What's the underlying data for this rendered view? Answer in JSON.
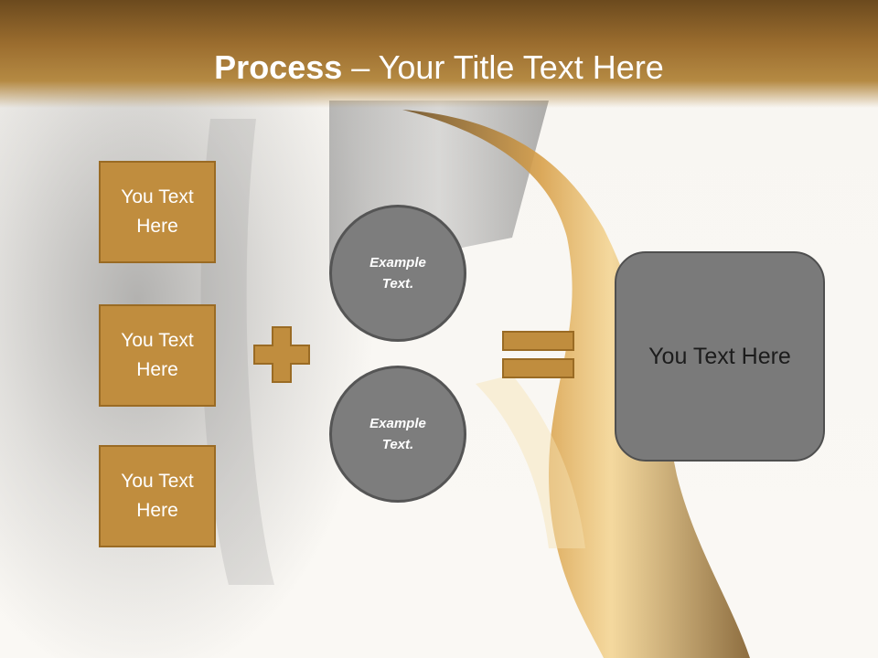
{
  "slide": {
    "title_bold": "Process",
    "title_rest": " – Your Title Text Here"
  },
  "boxes": [
    {
      "label": "You Text Here"
    },
    {
      "label": "You Text Here"
    },
    {
      "label": "You Text Here"
    }
  ],
  "circles": [
    {
      "label": "Example Text."
    },
    {
      "label": "Example Text."
    }
  ],
  "result": {
    "label": "You Text Here"
  },
  "colors": {
    "header_dark": "#6b4a1e",
    "gold": "#c08d3e",
    "gold_border": "#9a6b24",
    "gray_shape": "#7d7d7d"
  },
  "icons": {
    "plus": "plus-icon",
    "equals": "equals-icon"
  }
}
